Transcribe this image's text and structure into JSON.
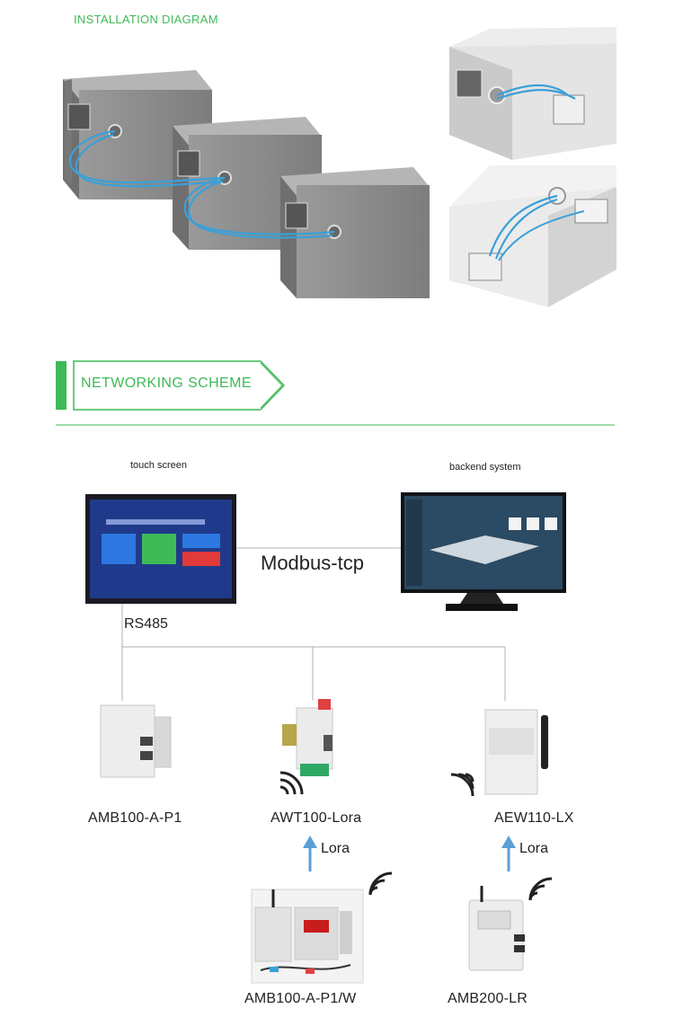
{
  "sections": {
    "installation_title": "INSTALLATION DIAGRAM",
    "networking_title": "NETWORKING SCHEME"
  },
  "network": {
    "touch_screen_label": "touch screen",
    "backend_label": "backend system",
    "protocol_label": "Modbus-tcp",
    "bus_label": "RS485",
    "devices": [
      {
        "name": "AMB100-A-P1"
      },
      {
        "name": "AWT100-Lora"
      },
      {
        "name": "AEW110-LX"
      },
      {
        "name": "AMB100-A-P1/W"
      },
      {
        "name": "AMB200-LR"
      }
    ],
    "links": [
      {
        "label": "Lora"
      },
      {
        "label": "Lora"
      }
    ]
  },
  "colors": {
    "accent_green": "#3fba57",
    "cable_blue": "#3aa0d8",
    "arrow_blue": "#5b9fd6",
    "cabinet_gray": "#8e8e8e"
  }
}
